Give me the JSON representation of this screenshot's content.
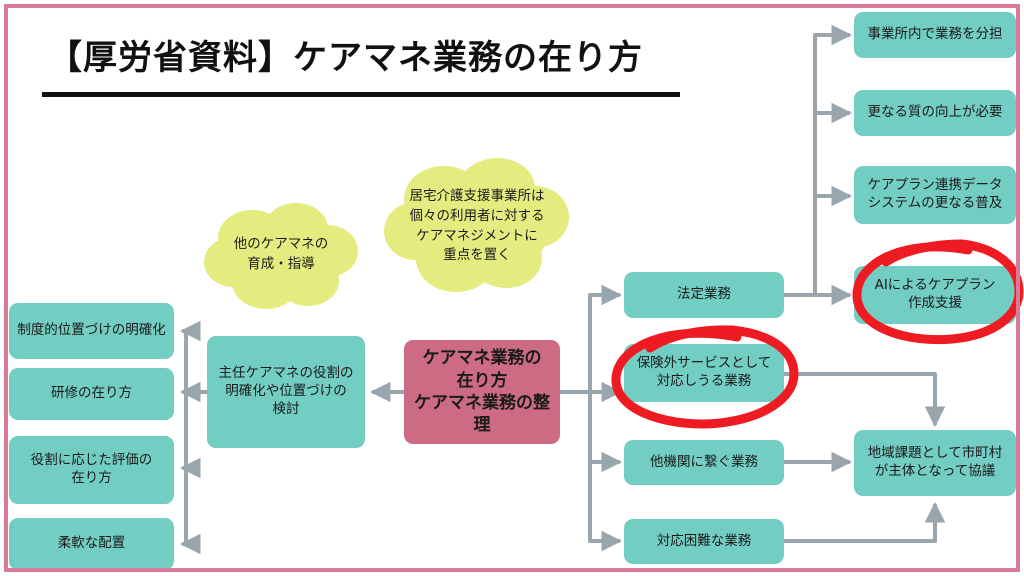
{
  "slide": {
    "title": "【厚労省資料】ケアマネ業務の在り方",
    "background_color": "#ffffff",
    "frame_color": "#d97a96"
  },
  "colors": {
    "teal": "#72cdc3",
    "pink": "#cd6b85",
    "cloud": "#e4ec7f",
    "arrow": "#9aa6ad",
    "annotation_red": "#ee1c22",
    "text": "#1a1a1a"
  },
  "center": {
    "label": "ケアマネ業務の\n在り方\nケアマネ業務の整理"
  },
  "left_branch": {
    "parent": {
      "label": "主任ケアマネの役割の\n明確化や位置づけの\n検討"
    },
    "items": [
      {
        "label": "制度的位置づけの明確化"
      },
      {
        "label": "研修の在り方"
      },
      {
        "label": "役割に応じた評価の\n在り方"
      },
      {
        "label": "柔軟な配置"
      }
    ]
  },
  "clouds": [
    {
      "label": "他のケアマネの\n育成・指導"
    },
    {
      "label": "居宅介護支援事業所は\n個々の利用者に対する\nケアマネジメントに\n重点を置く"
    }
  ],
  "middle_branch": {
    "items": [
      {
        "label": "法定業務",
        "annotated": false
      },
      {
        "label": "保険外サービスとして\n対応しうる業務",
        "annotated": true
      },
      {
        "label": "他機関に繋ぐ業務",
        "annotated": false
      },
      {
        "label": "対応困難な業務",
        "annotated": false
      }
    ]
  },
  "right_branch": {
    "from_statutory": [
      {
        "label": "事業所内で業務を分担",
        "annotated": false
      },
      {
        "label": "更なる質の向上が必要",
        "annotated": false
      },
      {
        "label": "ケアプラン連携データ\nシステムの更なる普及",
        "annotated": false
      },
      {
        "label": "AIによるケアプラン\n作成支援",
        "annotated": true
      }
    ],
    "municipal": {
      "label": "地域課題として市町村\nが主体となって協議"
    }
  },
  "annotations": [
    {
      "name": "red-circle-hoken-gai",
      "target": "保険外サービスとして対応しうる業務"
    },
    {
      "name": "red-circle-ai-careplan",
      "target": "AIによるケアプラン作成支援"
    }
  ]
}
